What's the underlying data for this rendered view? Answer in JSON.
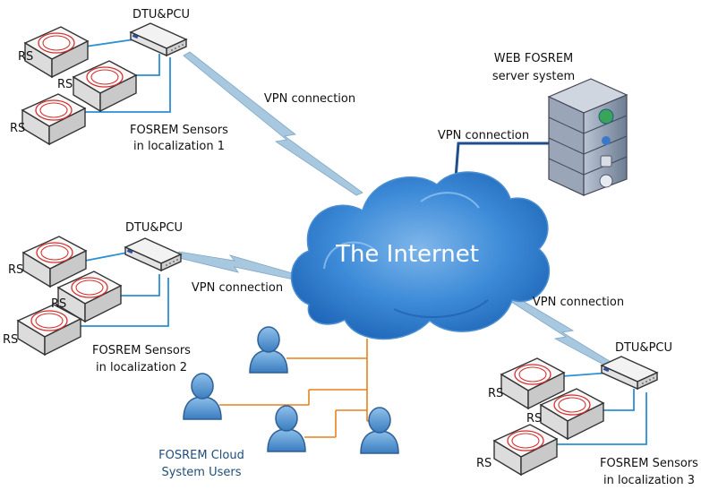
{
  "cloud": {
    "label": "The Internet"
  },
  "server": {
    "label_line1": "WEB FOSREM",
    "label_line2": "server system",
    "vpn_label": "VPN connection"
  },
  "sites": [
    {
      "dtu_label": "DTU&PCU",
      "sensor_label": "RS",
      "vpn_label": "VPN connection",
      "caption_line1": "FOSREM Sensors",
      "caption_line2": "in localization 1"
    },
    {
      "dtu_label": "DTU&PCU",
      "sensor_label": "RS",
      "vpn_label": "VPN connection",
      "caption_line1": "FOSREM Sensors",
      "caption_line2": "in localization 2"
    },
    {
      "dtu_label": "DTU&PCU",
      "sensor_label": "RS",
      "vpn_label": "VPN connection",
      "caption_line1": "FOSREM Sensors",
      "caption_line2": "in localization 3"
    }
  ],
  "users": {
    "caption_line1": "FOSREM Cloud",
    "caption_line2": "System Users"
  },
  "colors": {
    "cable": "#2b8fd6",
    "user_links": "#e8821e",
    "server_link": "#1f4e8c",
    "cloud": "#2f7fd0",
    "vpn_bolt": "#a8c8e0"
  }
}
